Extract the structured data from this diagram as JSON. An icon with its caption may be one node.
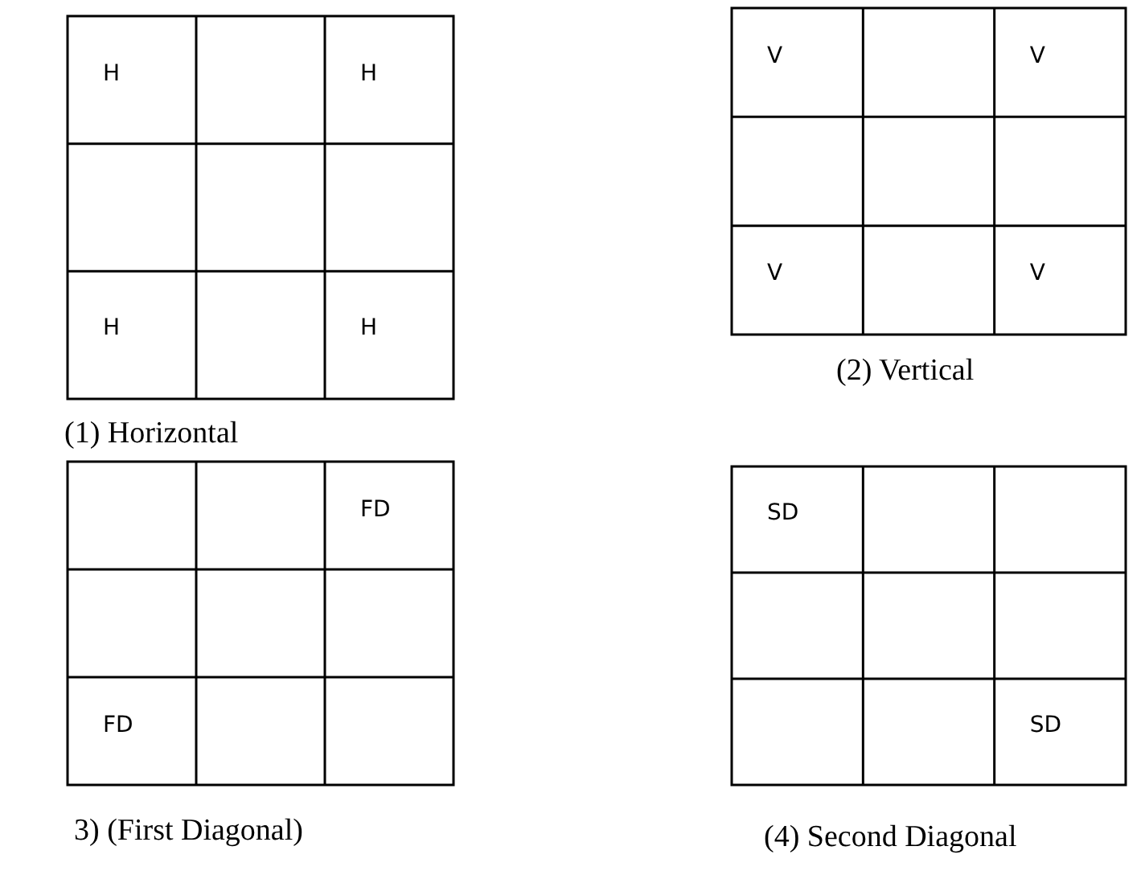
{
  "diagram": {
    "labels": [
      "H",
      "H",
      "H",
      "H",
      "(1) Horizontal",
      "V",
      "V",
      "V",
      "V",
      "(2) Vertical",
      "FD",
      "FD",
      "3) (First Diagonal)",
      "SD",
      "SD",
      "(4) Second Diagonal"
    ]
  }
}
